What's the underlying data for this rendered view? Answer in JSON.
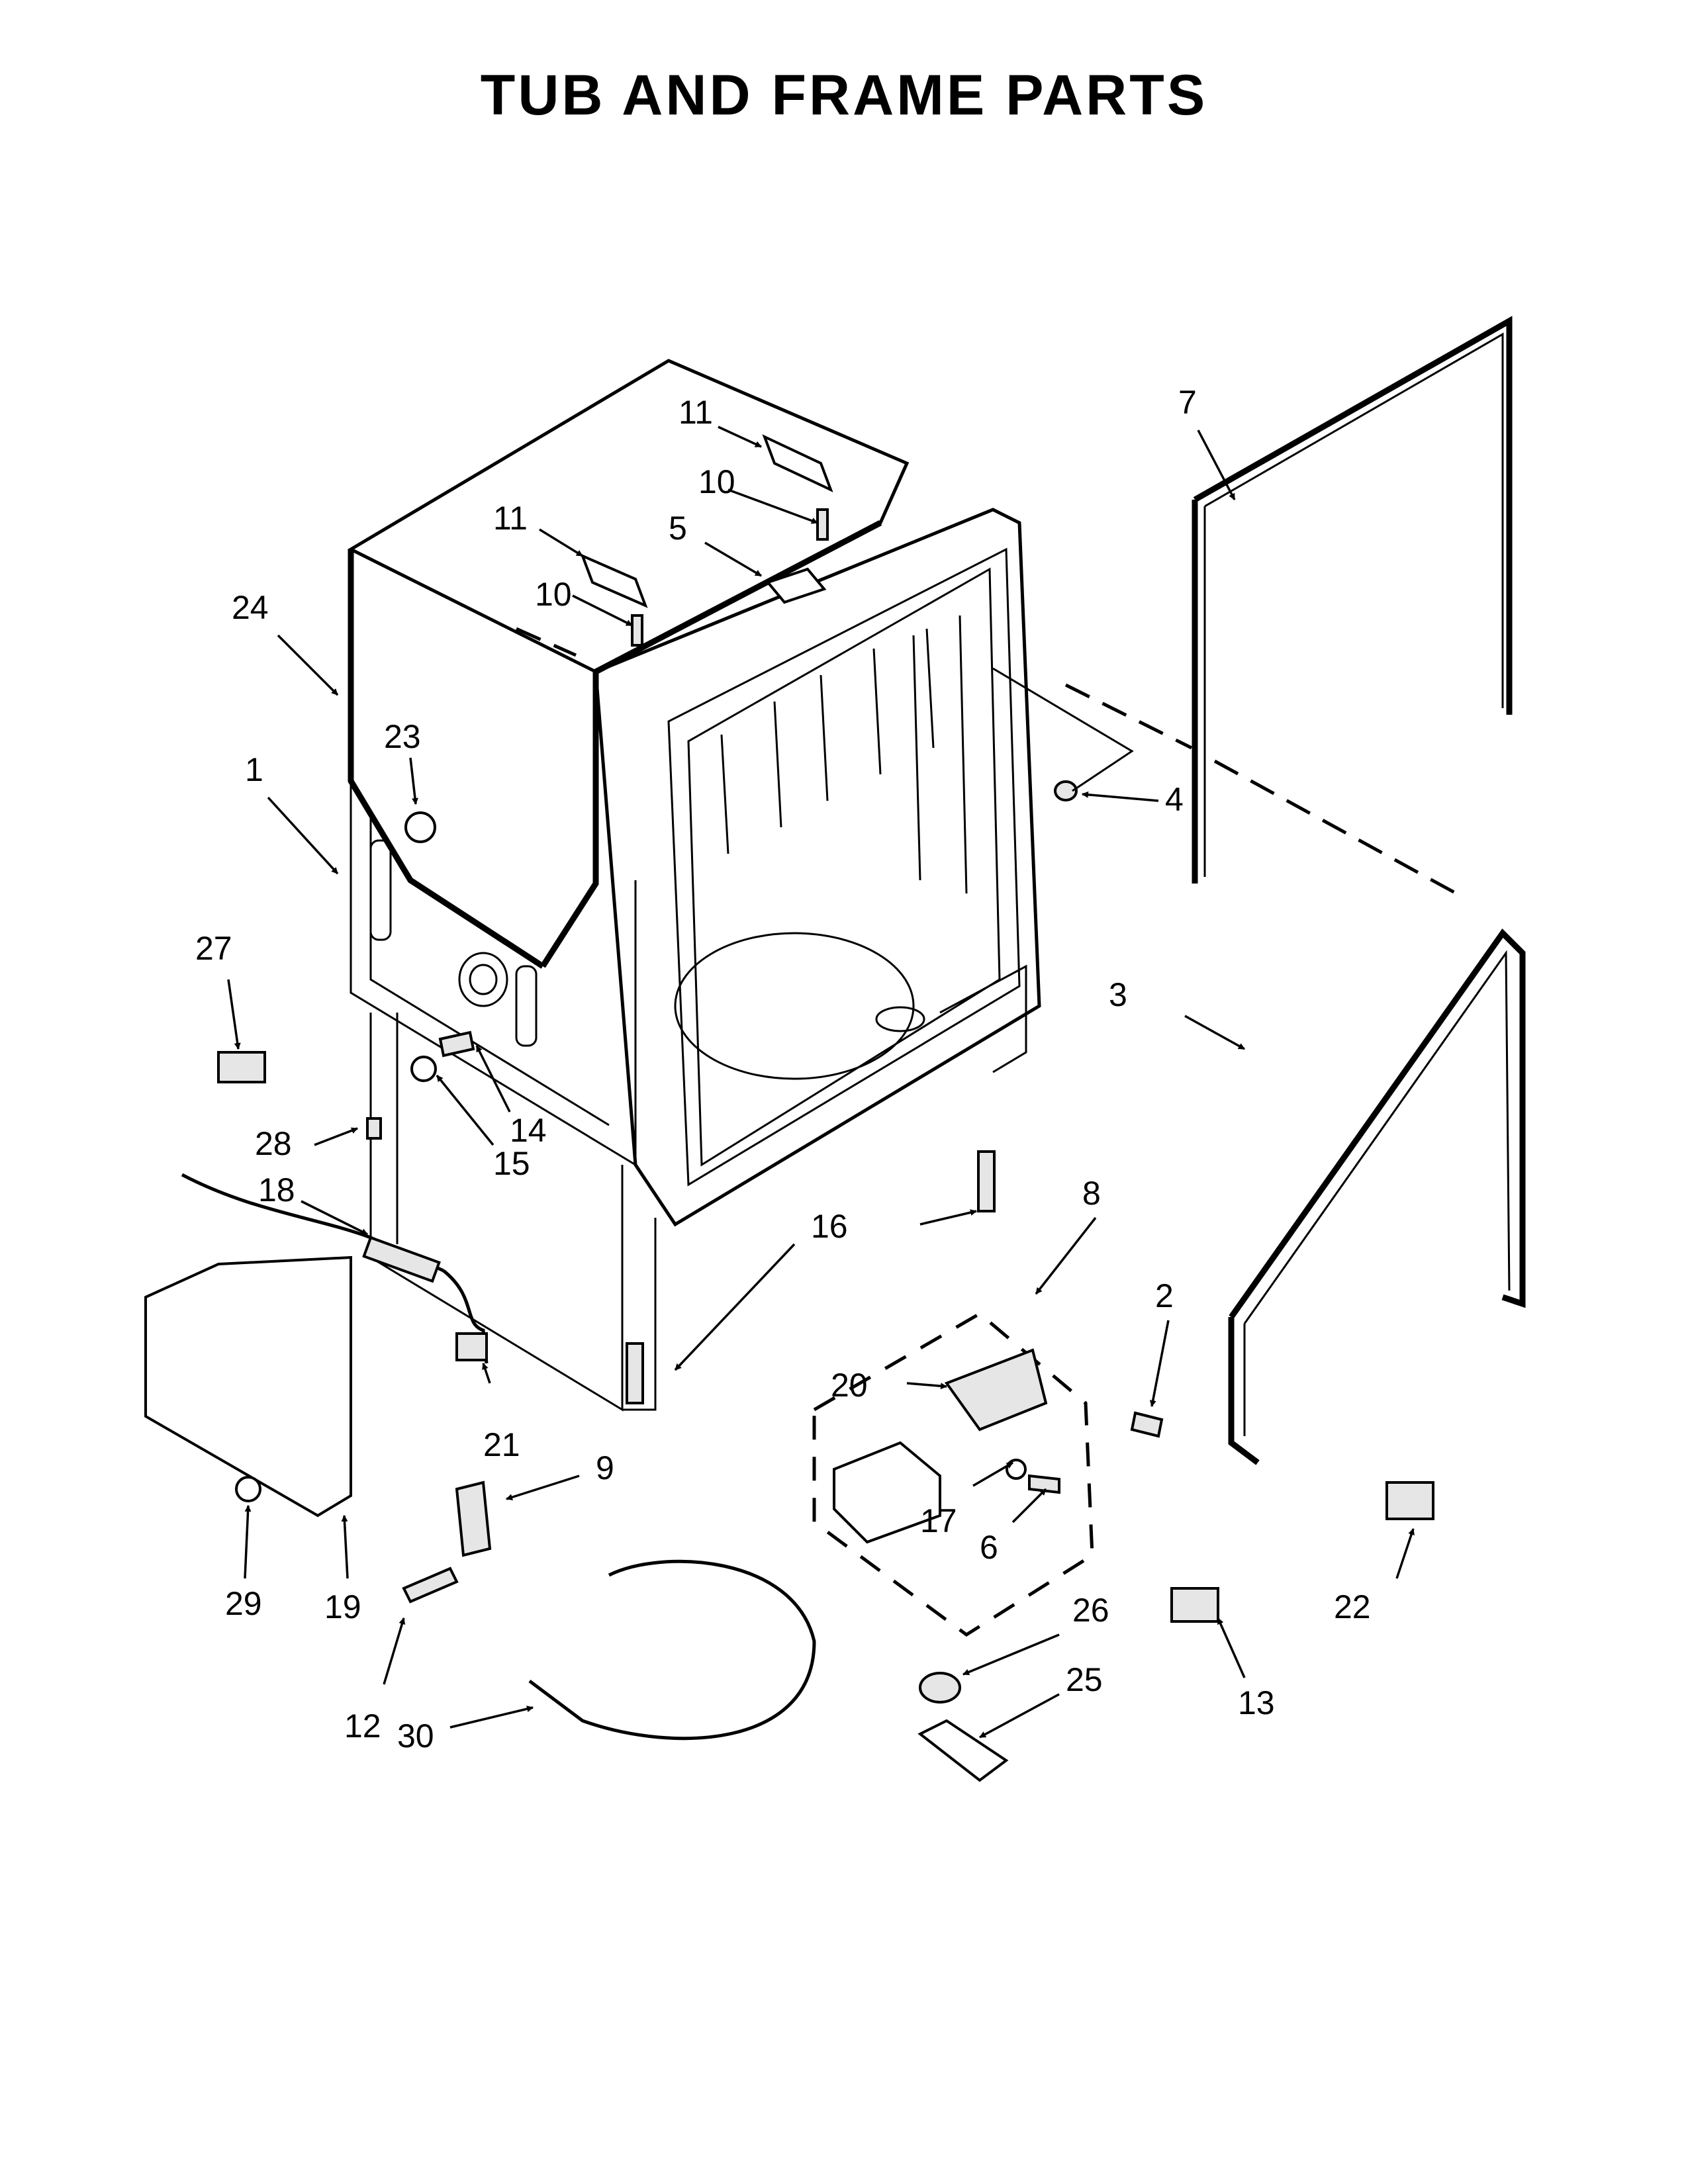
{
  "title": "TUB AND FRAME PARTS",
  "callouts": {
    "c1": "1",
    "c2": "2",
    "c3": "3",
    "c4": "4",
    "c5": "5",
    "c6": "6",
    "c7": "7",
    "c8": "8",
    "c9": "9",
    "c10a": "10",
    "c10b": "10",
    "c11a": "11",
    "c11b": "11",
    "c12": "12",
    "c13": "13",
    "c14": "14",
    "c15": "15",
    "c16": "16",
    "c17": "17",
    "c18": "18",
    "c19": "19",
    "c20": "20",
    "c21": "21",
    "c22": "22",
    "c23": "23",
    "c24": "24",
    "c25": "25",
    "c26": "26",
    "c27": "27",
    "c28": "28",
    "c29": "29",
    "c30": "30"
  }
}
